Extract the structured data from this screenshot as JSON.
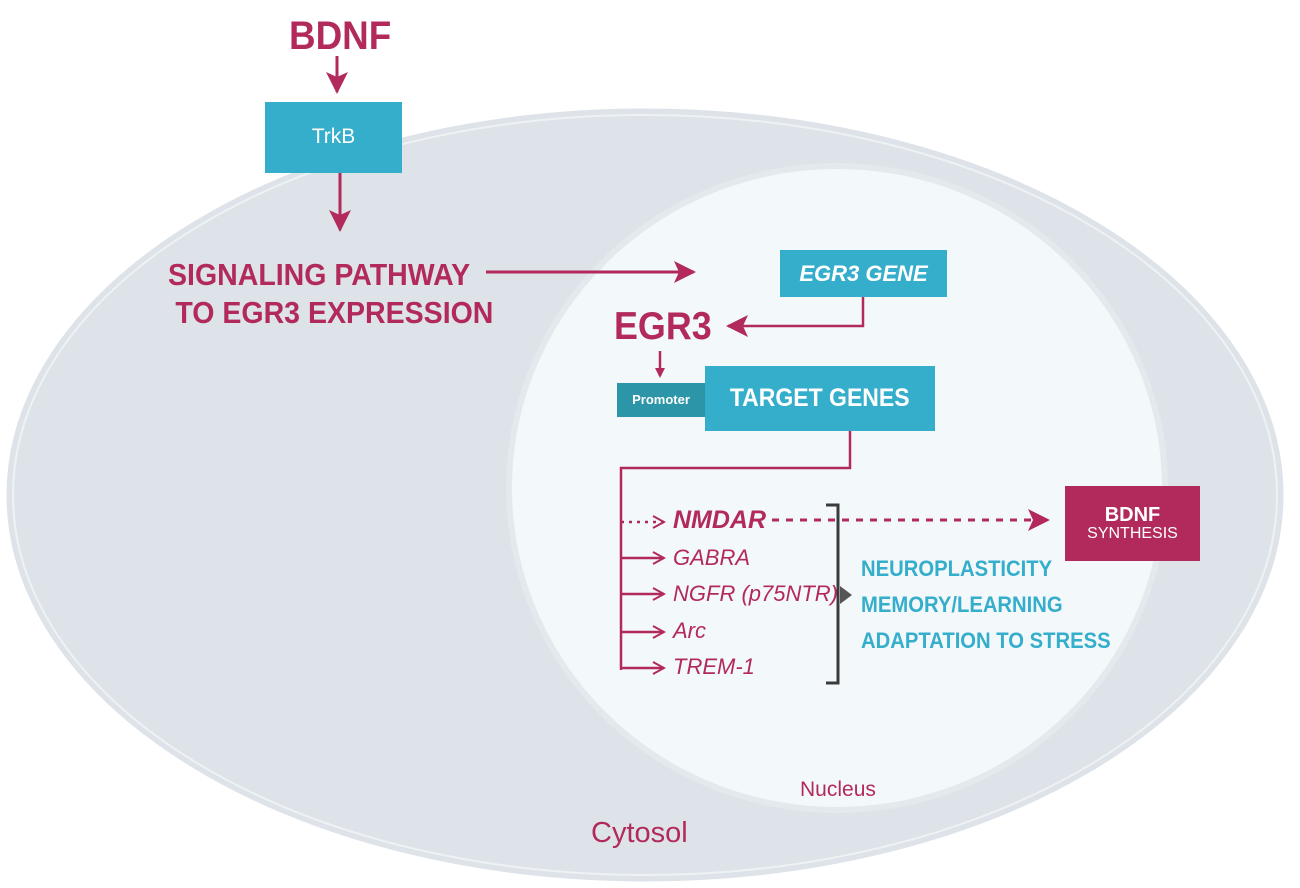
{
  "colors": {
    "crimson": "#b22a5c",
    "teal": "#35aecb",
    "teal_dark": "#2c95a8",
    "cytosol_fill": "#dde3e8",
    "nucleus_fill": "#f3f8fb",
    "bracket": "#3b3b3b"
  },
  "extracellular": {
    "ligand": "BDNF"
  },
  "receptor": {
    "label": "TrkB"
  },
  "signaling": {
    "line1": "SIGNALING PATHWAY",
    "line2": "TO EGR3 EXPRESSION"
  },
  "nucleus": {
    "egr3_gene": "EGR3 GENE",
    "egr3_protein": "EGR3",
    "promoter": "Promoter",
    "target_genes": "TARGET GENES",
    "genes": [
      "NMDAR",
      "GABRA",
      "NGFR (p75NTR)",
      "Arc",
      "TREM-1"
    ],
    "outcomes": [
      "NEUROPLASTICITY",
      "MEMORY/LEARNING",
      "ADAPTATION TO STRESS"
    ],
    "label": "Nucleus"
  },
  "bdnf_synthesis": {
    "line1": "BDNF",
    "line2": "SYNTHESIS"
  },
  "cytosol": {
    "label": "Cytosol"
  }
}
